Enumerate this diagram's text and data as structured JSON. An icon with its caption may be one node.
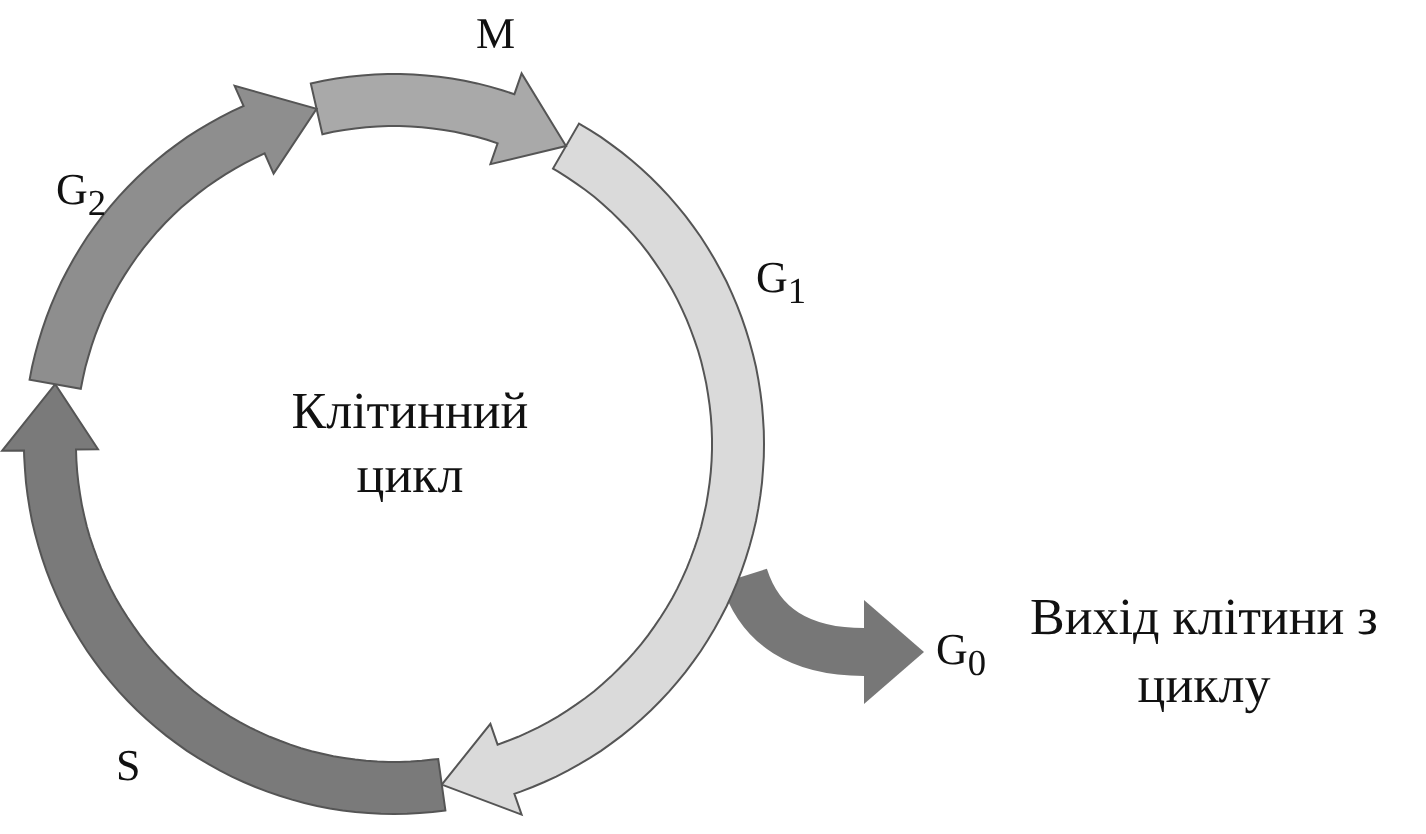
{
  "diagram": {
    "nodes": [
      {
        "text": [
          "Клітинний цикл"
        ]
      },
      {
        "text": [
          "M"
        ]
      },
      {
        "text": [
          "G$_{1}$"
        ]
      },
      {
        "text": [
          "S"
        ]
      },
      {
        "text": [
          "G$_{2}$"
        ]
      },
      {
        "text": [
          "G$_{0}$"
        ],
        "beside": [
          "Вихід клітини з циклу"
        ]
      }
    ],
    "edges": [
      {
        "from": 2,
        "to": 5,
        "arrow": "to"
      }
    ]
  }
}
